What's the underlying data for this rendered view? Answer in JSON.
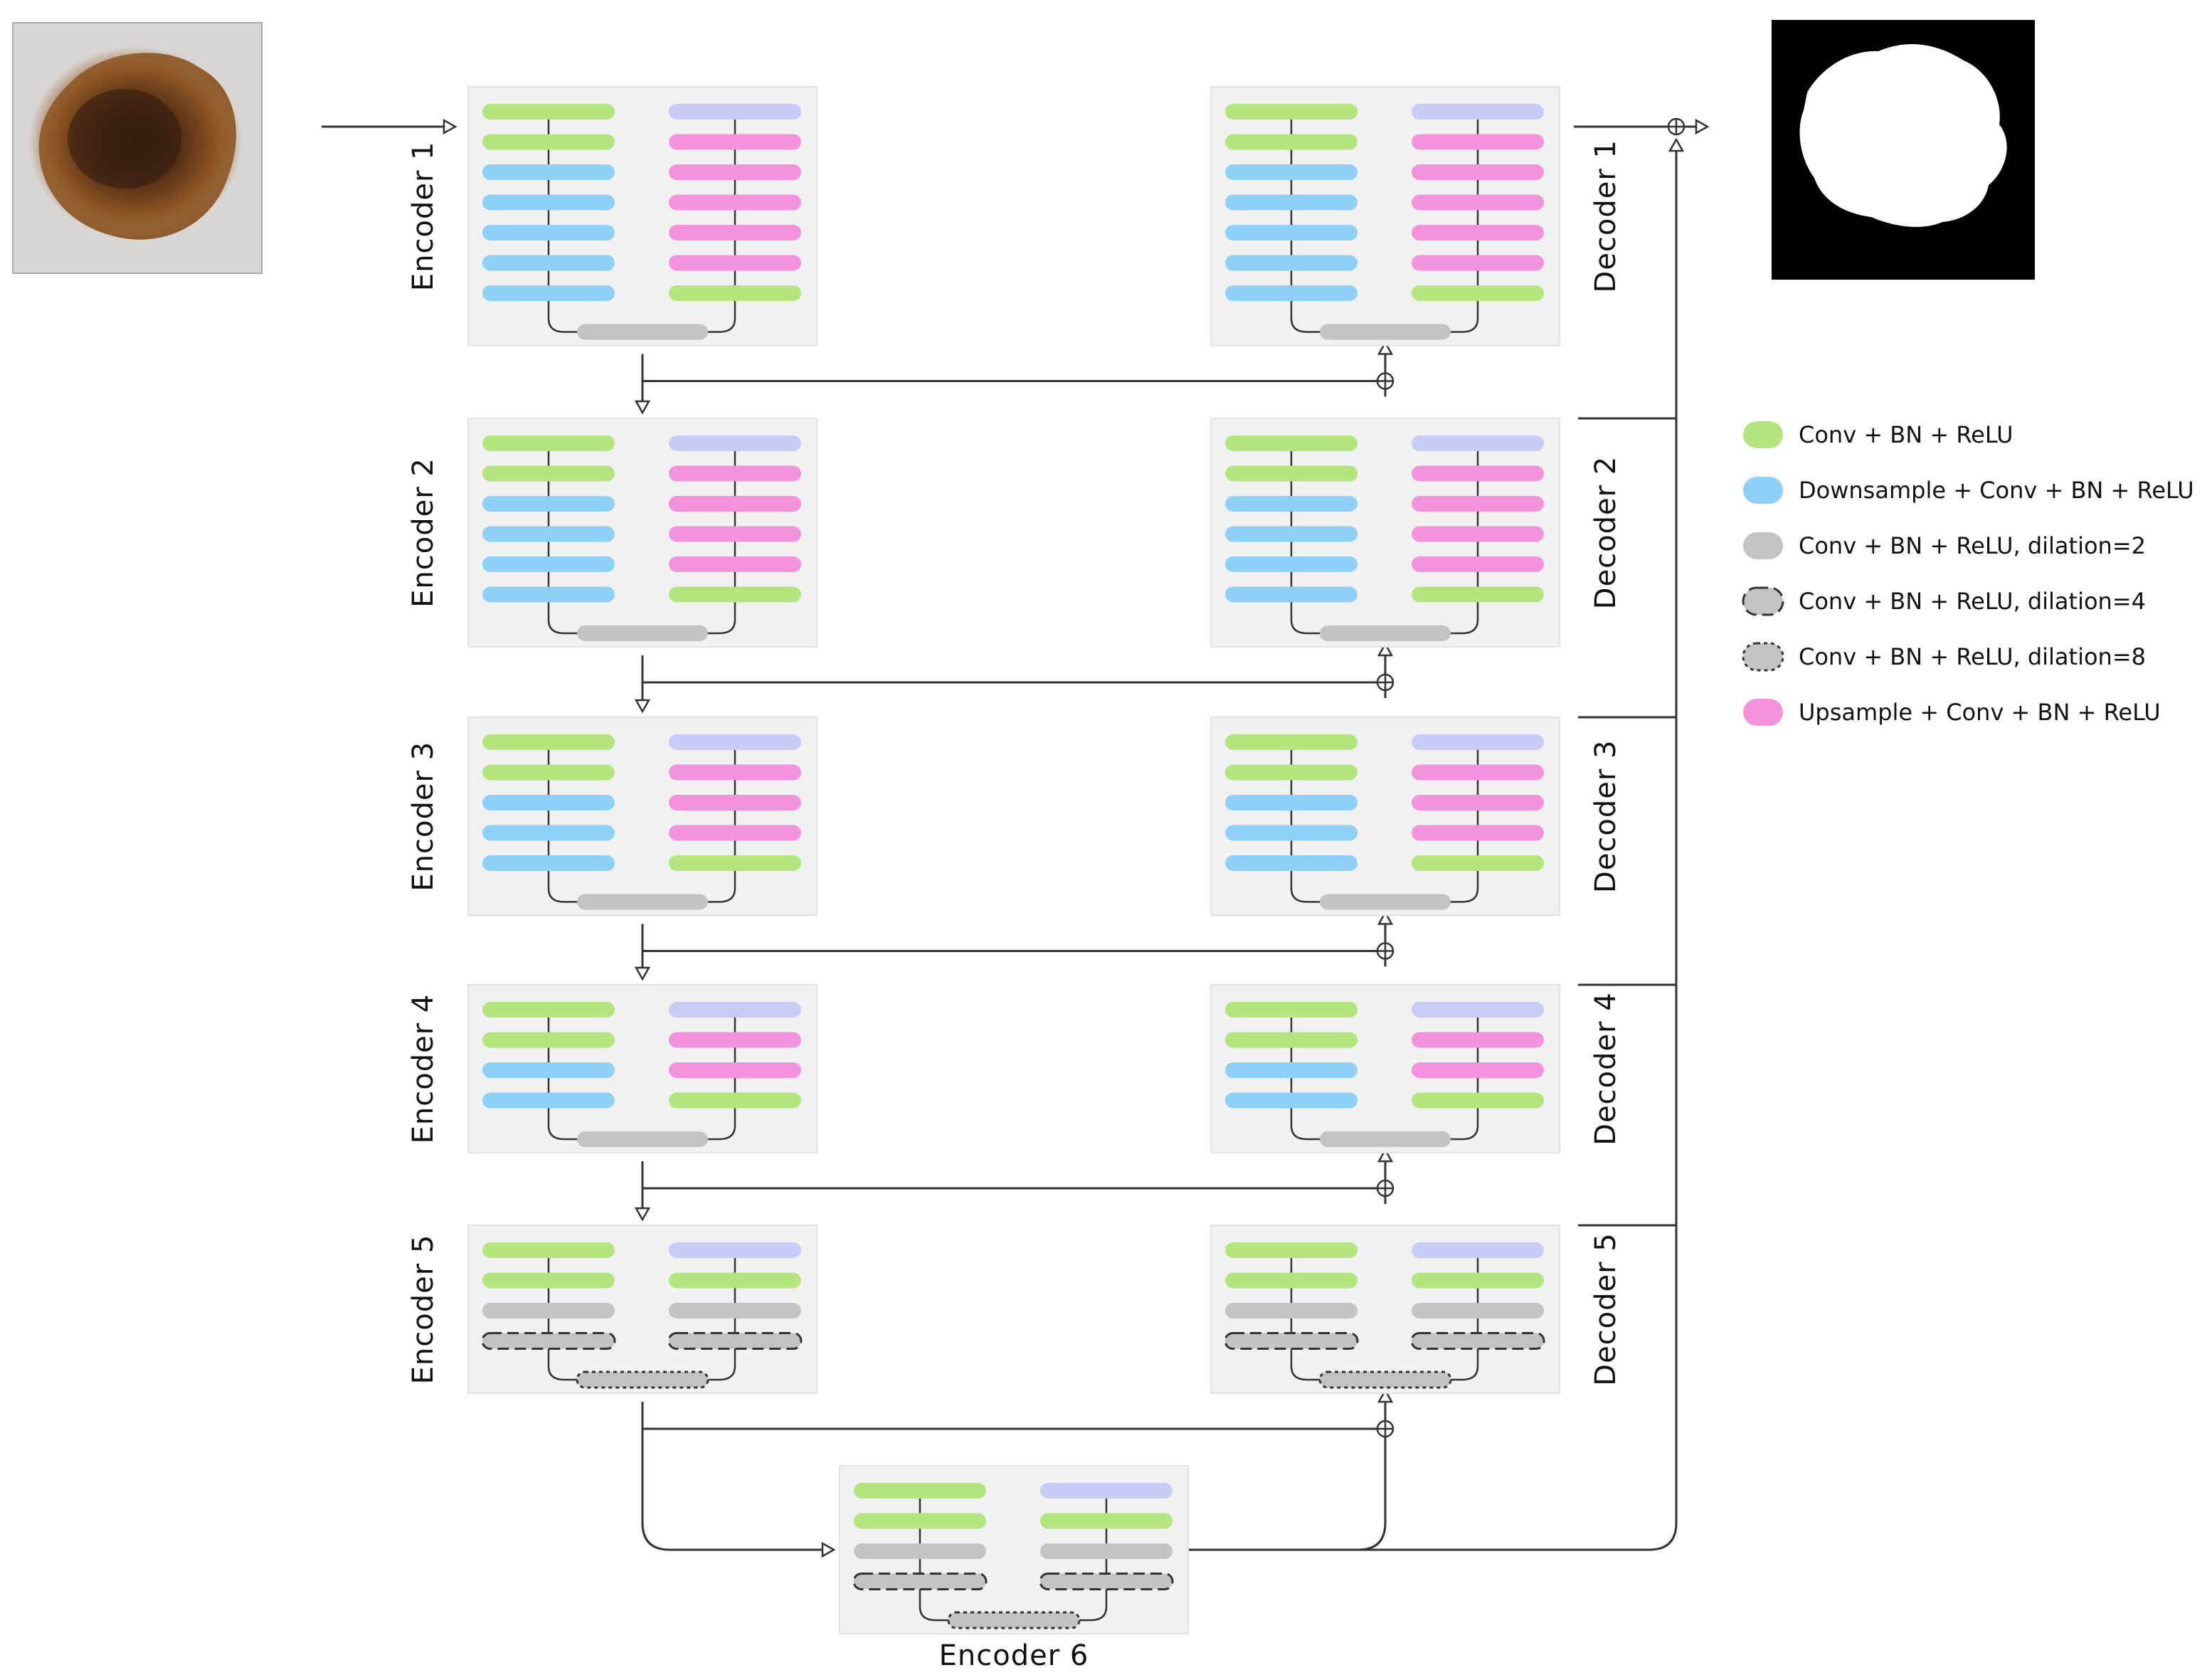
{
  "encoders": [
    "Encoder 1",
    "Encoder 2",
    "Encoder 3",
    "Encoder 4",
    "Encoder 5",
    "Encoder 6"
  ],
  "decoders": [
    "Decoder 1",
    "Decoder 2",
    "Decoder 3",
    "Decoder 4",
    "Decoder 5"
  ],
  "legend": [
    {
      "key": "conv",
      "label": "Conv + BN + ReLU"
    },
    {
      "key": "down",
      "label": "Downsample + Conv + BN + ReLU"
    },
    {
      "key": "dil2",
      "label": "Conv + BN + ReLU, dilation=2"
    },
    {
      "key": "dil4",
      "label": "Conv + BN + ReLU, dilation=4"
    },
    {
      "key": "dil8",
      "label": "Conv + BN + ReLU, dilation=8"
    },
    {
      "key": "up",
      "label": "Upsample + Conv + BN + ReLU"
    }
  ],
  "colors": {
    "conv": "#b4e57e",
    "down": "#8fd0f6",
    "up": "#f392dd",
    "first_right": "#c9cbf7",
    "gray": "#c3c3c3",
    "panel": "#f1f1f1",
    "line": "#333333"
  },
  "block_layers": {
    "encoder_1": {
      "left": [
        "conv",
        "conv",
        "down",
        "down",
        "down",
        "down",
        "down"
      ],
      "right": [
        "first_right",
        "up",
        "up",
        "up",
        "up",
        "up",
        "conv"
      ],
      "bottom": "dil2"
    },
    "encoder_2": {
      "left": [
        "conv",
        "conv",
        "down",
        "down",
        "down",
        "down"
      ],
      "right": [
        "first_right",
        "up",
        "up",
        "up",
        "up",
        "conv"
      ],
      "bottom": "dil2"
    },
    "encoder_3": {
      "left": [
        "conv",
        "conv",
        "down",
        "down",
        "down"
      ],
      "right": [
        "first_right",
        "up",
        "up",
        "up",
        "conv"
      ],
      "bottom": "dil2"
    },
    "encoder_4": {
      "left": [
        "conv",
        "conv",
        "down",
        "down"
      ],
      "right": [
        "first_right",
        "up",
        "up",
        "conv"
      ],
      "bottom": "dil2"
    },
    "encoder_5": {
      "left": [
        "conv",
        "conv",
        "dil2",
        "dil4"
      ],
      "right": [
        "first_right",
        "conv",
        "dil2",
        "dil4"
      ],
      "bottom": "dil8"
    },
    "encoder_6": {
      "left": [
        "conv",
        "conv",
        "dil2",
        "dil4"
      ],
      "right": [
        "first_right",
        "conv",
        "dil2",
        "dil4"
      ],
      "bottom": "dil8"
    }
  },
  "images": {
    "input": "dermoscopy-lesion-photo",
    "output": "binary-segmentation-mask"
  }
}
